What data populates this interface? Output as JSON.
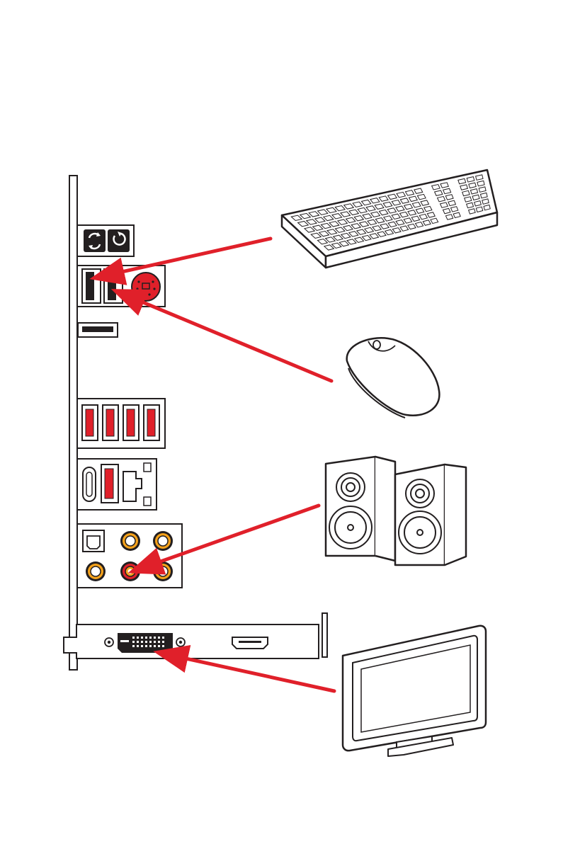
{
  "diagram": {
    "type": "connection-diagram",
    "colors": {
      "arrow": "#e0202a",
      "line": "#231f20",
      "port_red": "#e0202a",
      "audio_orange": "#f5a21b",
      "outline": "#231f20",
      "background": "#ffffff"
    },
    "panel": {
      "ports": [
        "clear-cmos-button",
        "flash-bios-button",
        "usb-port",
        "usb-port",
        "ps2-port",
        "usb-port",
        "usb-port",
        "usb-port",
        "usb-port",
        "usb-port",
        "usb-c-port",
        "usb-port",
        "lan-port",
        "optical-spdif-port",
        "audio-jacks"
      ],
      "graphics_card_ports": [
        "dvi-port",
        "hdmi-port"
      ]
    },
    "devices": [
      {
        "id": "keyboard",
        "icon": "keyboard-icon",
        "connects_to": "usb-port"
      },
      {
        "id": "mouse",
        "icon": "mouse-icon",
        "connects_to": "usb-port"
      },
      {
        "id": "speakers",
        "icon": "speakers-icon",
        "connects_to": "audio-line-out-jack"
      },
      {
        "id": "monitor",
        "icon": "monitor-icon",
        "connects_to": "dvi-port"
      }
    ]
  }
}
